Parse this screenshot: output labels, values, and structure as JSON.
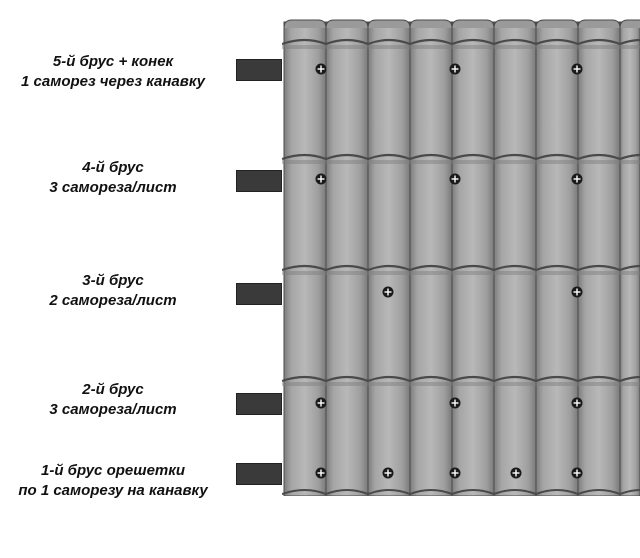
{
  "rows": [
    {
      "line1": "5-й брус + конек",
      "line2": "1 саморез через канавку"
    },
    {
      "line1": "4-й брус",
      "line2": "3 самореза/лист"
    },
    {
      "line1": "3-й брус",
      "line2": "2 самореза/лист"
    },
    {
      "line1": "2-й брус",
      "line2": "3 самореза/лист"
    },
    {
      "line1": "1-й брус орешетки",
      "line2": "по 1 саморезу на канавку"
    }
  ],
  "colors": {
    "sheet_light": "#b4b4b4",
    "sheet_mid": "#9a9a9a",
    "sheet_dark": "#7d7d7d",
    "outline": "#4a4a4a",
    "batten": "#3a3a3a",
    "screw": "#1a1a1a"
  }
}
